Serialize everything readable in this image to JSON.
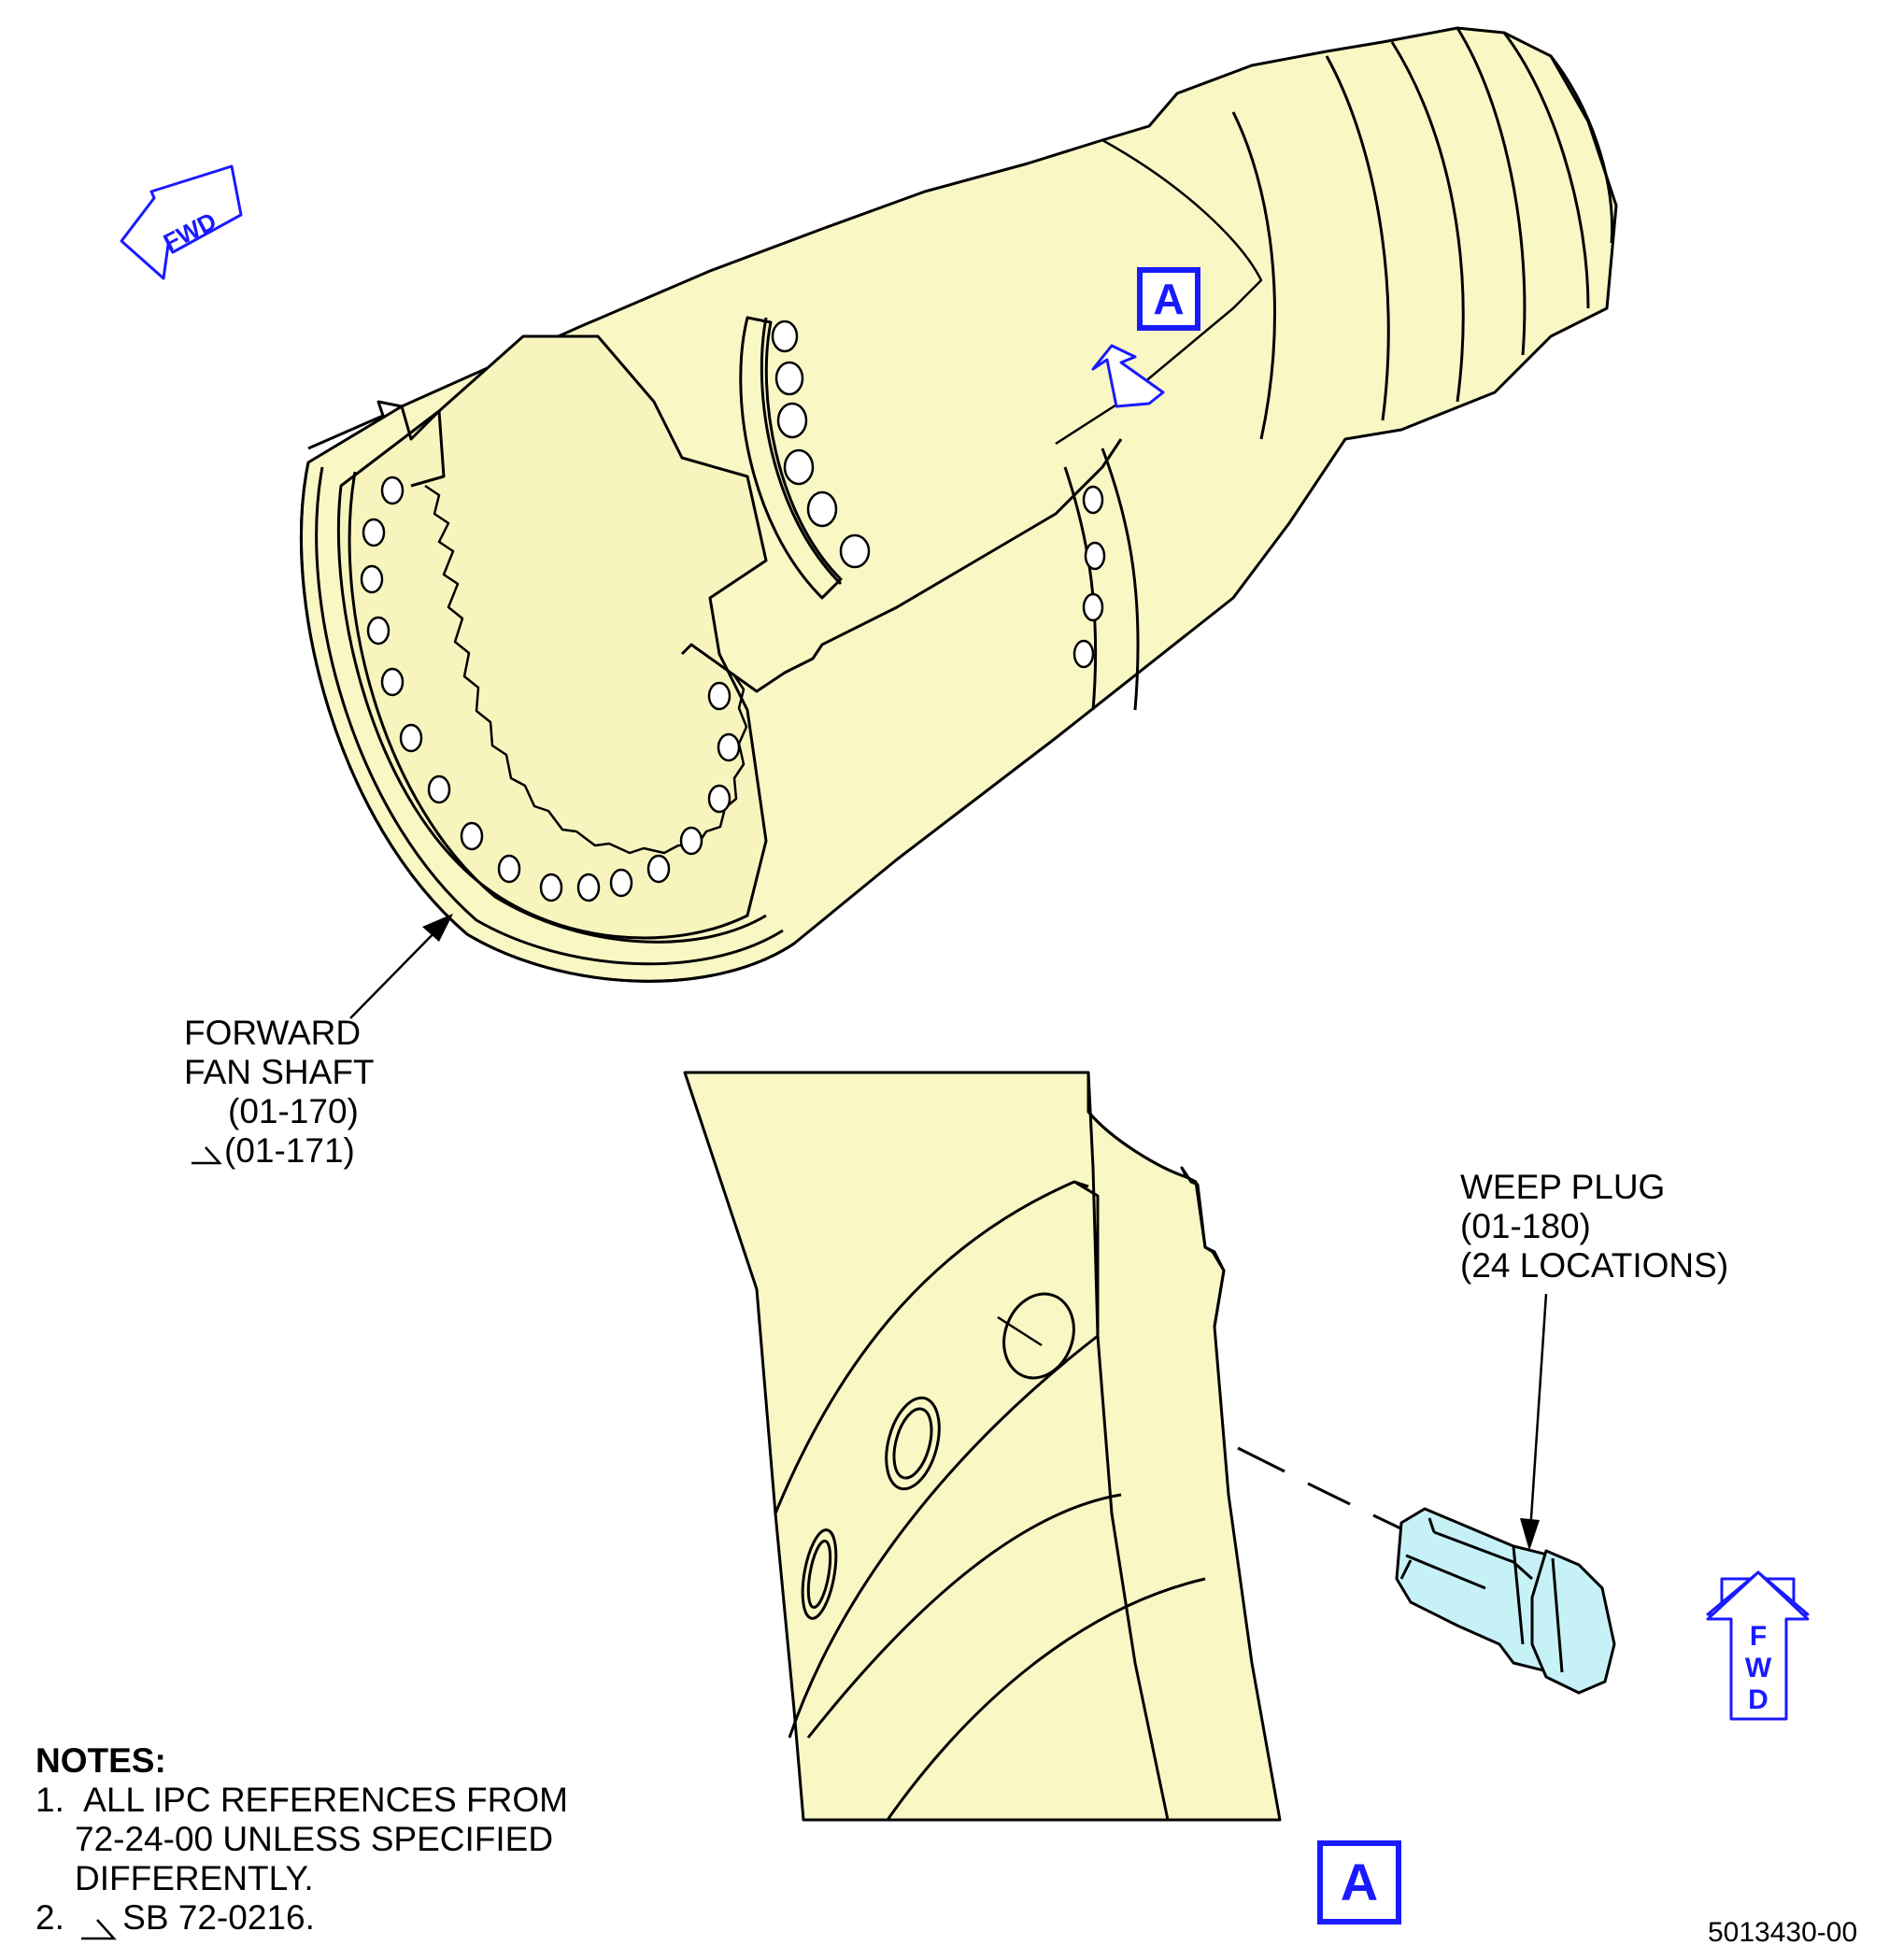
{
  "labels": {
    "forward_fan_shaft": {
      "line1": "FORWARD",
      "line2": "FAN SHAFT",
      "line3": "(01-170)",
      "line4": "(01-171)"
    },
    "weep_plug": {
      "line1": "WEEP PLUG",
      "line2": "(01-180)",
      "line3": "(24 LOCATIONS)"
    }
  },
  "notes": {
    "title": "NOTES:",
    "items": [
      {
        "num": "1.",
        "lines": [
          "ALL IPC REFERENCES FROM",
          "72-24-00 UNLESS SPECIFIED",
          "DIFFERENTLY."
        ]
      },
      {
        "num": "2.",
        "lines": [
          "SB 72-0216."
        ]
      }
    ]
  },
  "callouts": {
    "view_top": "A",
    "view_bottom": "A"
  },
  "fwd_indicators": {
    "diagonal": "FWD",
    "vertical": [
      "F",
      "W",
      "D"
    ]
  },
  "reference_number": "5013430-00",
  "colors": {
    "part_fill": "#f9f7c4",
    "plug_fill": "#c6f2f7",
    "callout_blue": "#1a1aff",
    "line": "#000000"
  },
  "icons": [
    "fwd-arrow-icon",
    "view-arrow-icon",
    "sb-effectivity-flag-icon",
    "leader-arrow-icon"
  ]
}
